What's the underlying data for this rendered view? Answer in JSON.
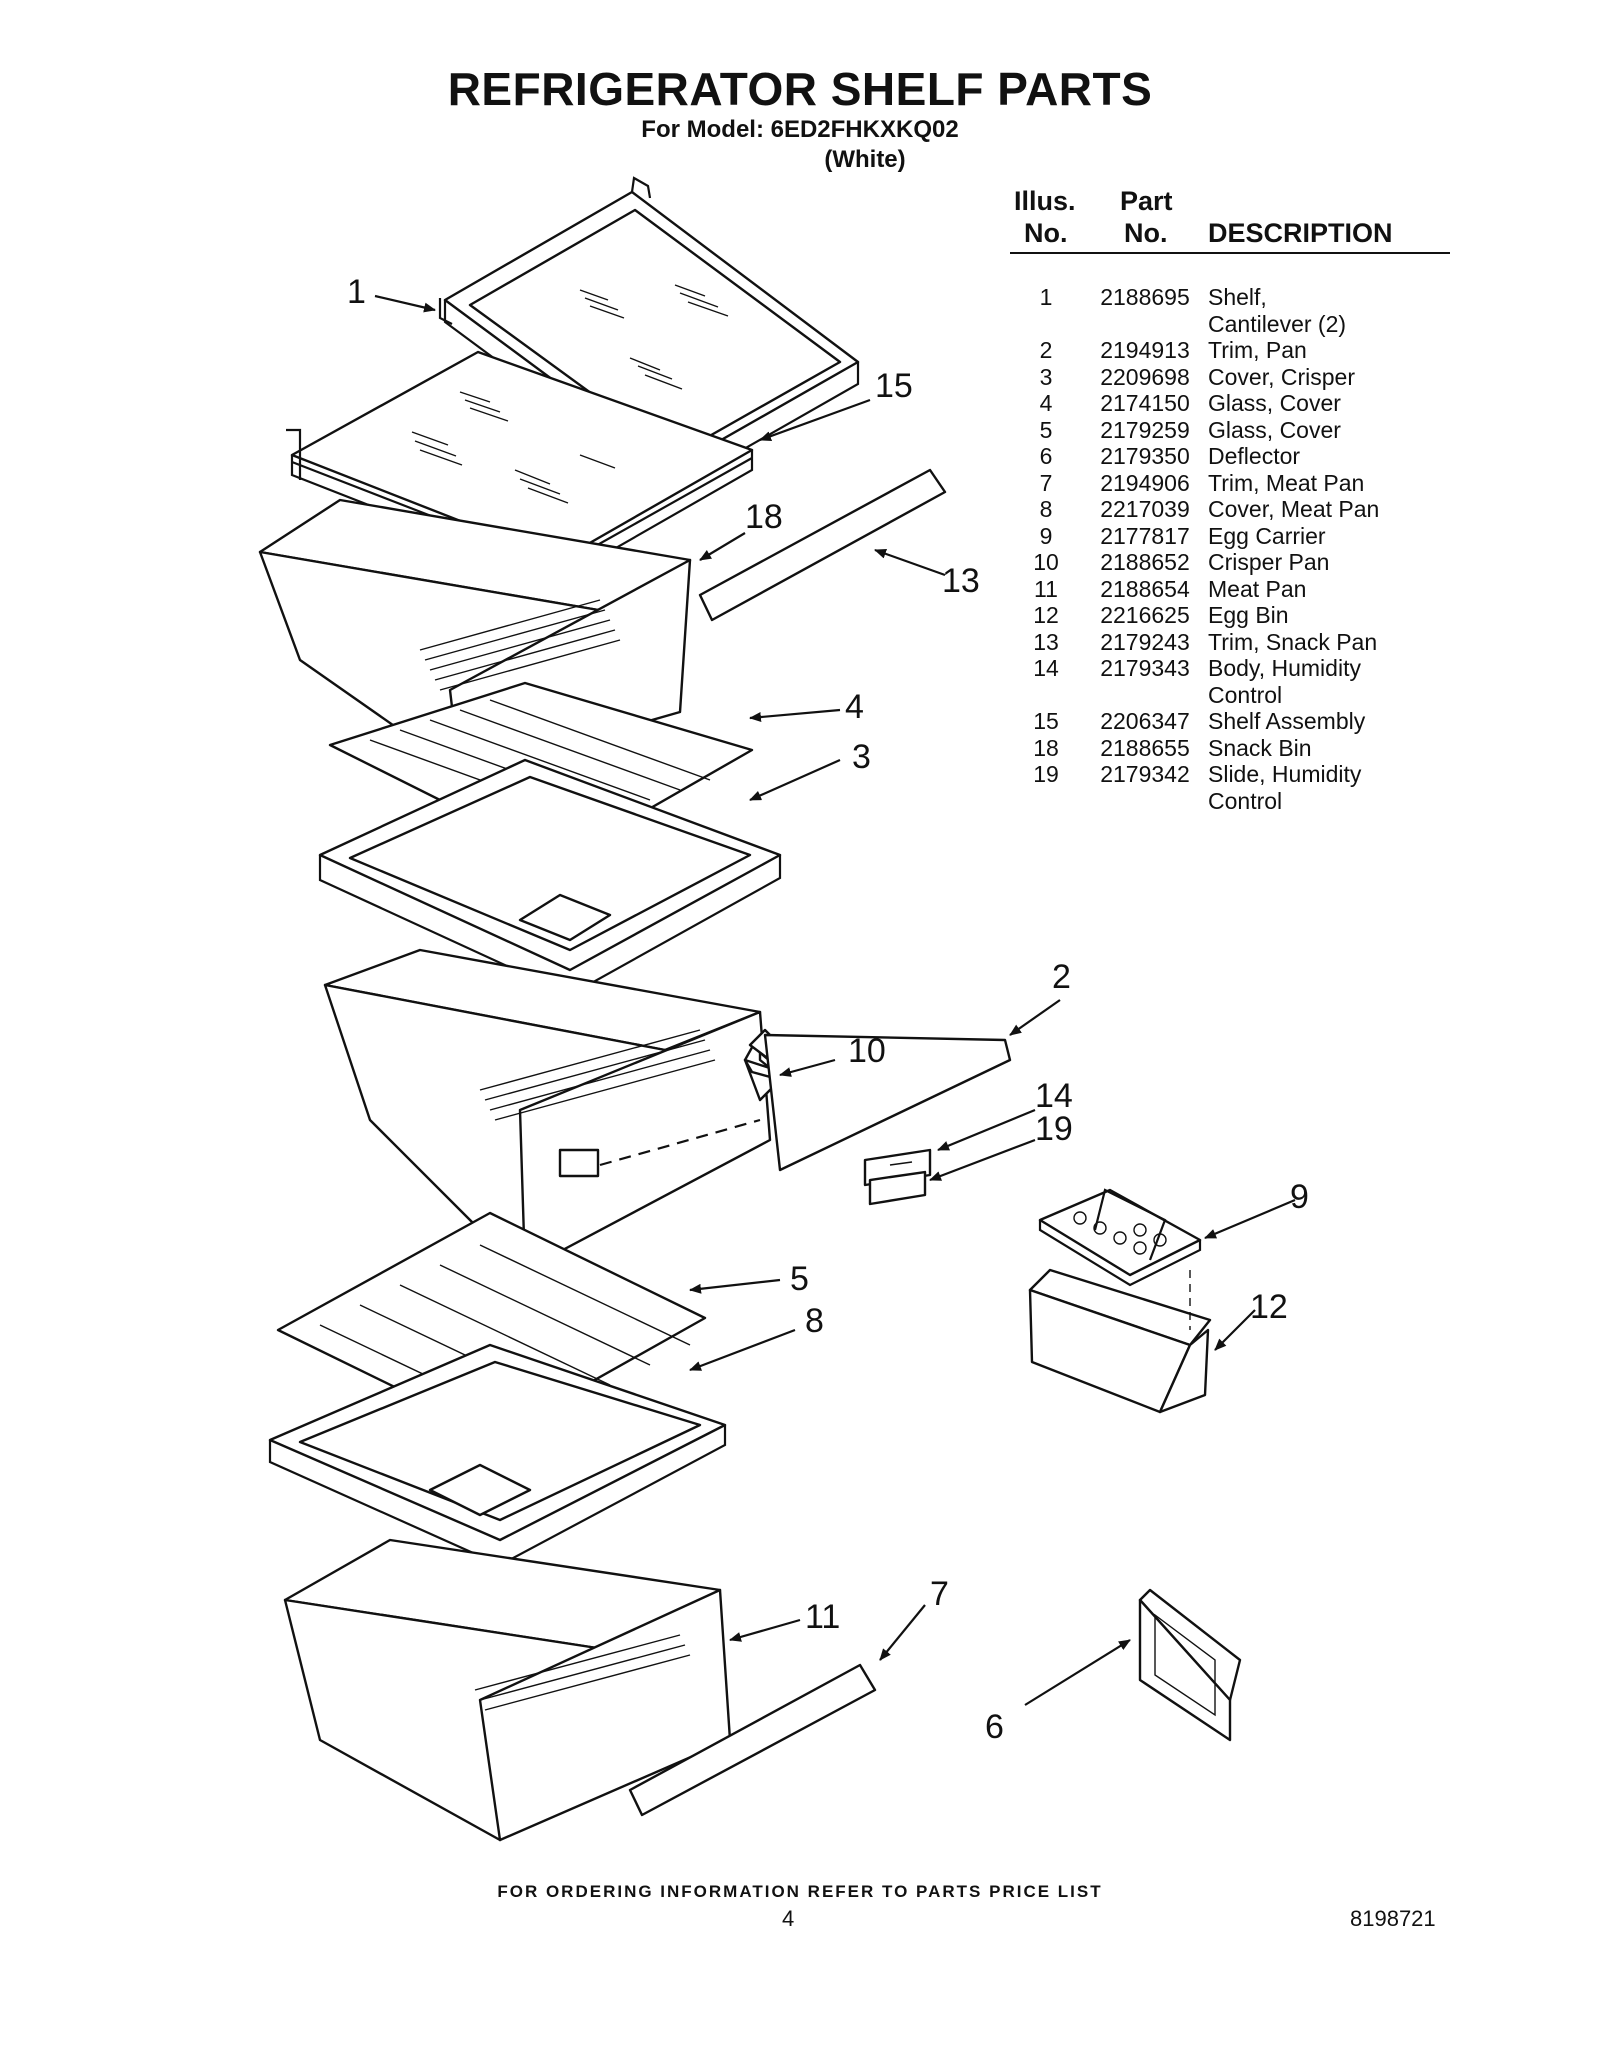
{
  "header": {
    "title": "REFRIGERATOR SHELF PARTS",
    "model_line": "For Model: 6ED2FHKXKQ02",
    "color_line": "(White)"
  },
  "parts_table": {
    "col_illus_1": "Illus.",
    "col_illus_2": "No.",
    "col_part_1": "Part",
    "col_part_2": "No.",
    "col_desc": "DESCRIPTION",
    "rows": [
      {
        "illus": "1",
        "part": "2188695",
        "desc": "Shelf,"
      },
      {
        "illus": "",
        "part": "",
        "desc": "Cantilever (2)"
      },
      {
        "illus": "2",
        "part": "2194913",
        "desc": "Trim, Pan"
      },
      {
        "illus": "3",
        "part": "2209698",
        "desc": "Cover, Crisper"
      },
      {
        "illus": "4",
        "part": "2174150",
        "desc": "Glass, Cover"
      },
      {
        "illus": "5",
        "part": "2179259",
        "desc": "Glass, Cover"
      },
      {
        "illus": "6",
        "part": "2179350",
        "desc": "Deflector"
      },
      {
        "illus": "7",
        "part": "2194906",
        "desc": "Trim, Meat Pan"
      },
      {
        "illus": "8",
        "part": "2217039",
        "desc": "Cover, Meat Pan"
      },
      {
        "illus": "9",
        "part": "2177817",
        "desc": "Egg Carrier"
      },
      {
        "illus": "10",
        "part": "2188652",
        "desc": "Crisper Pan"
      },
      {
        "illus": "11",
        "part": "2188654",
        "desc": "Meat Pan"
      },
      {
        "illus": "12",
        "part": "2216625",
        "desc": "Egg Bin"
      },
      {
        "illus": "13",
        "part": "2179243",
        "desc": "Trim, Snack Pan"
      },
      {
        "illus": "14",
        "part": "2179343",
        "desc": "Body, Humidity"
      },
      {
        "illus": "",
        "part": "",
        "desc": "Control"
      },
      {
        "illus": "15",
        "part": "2206347",
        "desc": "Shelf Assembly"
      },
      {
        "illus": "18",
        "part": "2188655",
        "desc": "Snack Bin"
      },
      {
        "illus": "19",
        "part": "2179342",
        "desc": "Slide, Humidity"
      },
      {
        "illus": "",
        "part": "",
        "desc": "Control"
      }
    ]
  },
  "callouts": {
    "c1": "1",
    "c2": "2",
    "c3": "3",
    "c4": "4",
    "c5": "5",
    "c6": "6",
    "c7": "7",
    "c8": "8",
    "c9": "9",
    "c10": "10",
    "c11": "11",
    "c12": "12",
    "c13": "13",
    "c14": "14",
    "c15": "15",
    "c18": "18",
    "c19": "19"
  },
  "footer": {
    "ordering_note": "FOR ORDERING INFORMATION REFER TO PARTS PRICE LIST",
    "page_number": "4",
    "document_number": "8198721"
  }
}
